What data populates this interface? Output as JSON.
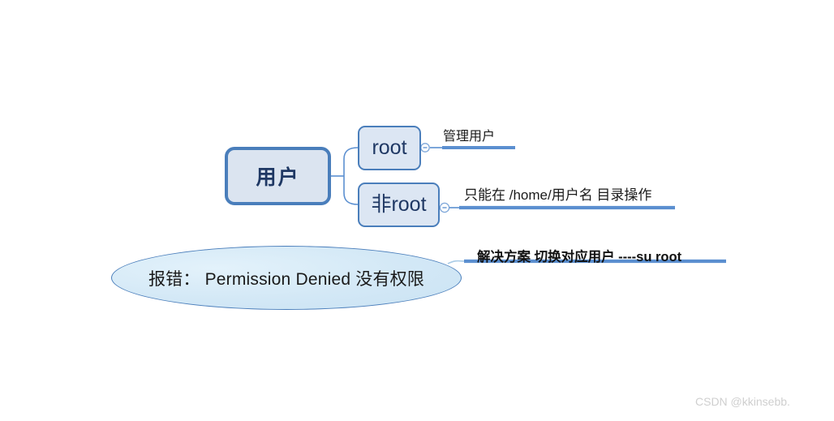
{
  "diagram": {
    "type": "mind-map",
    "title": "用户",
    "central_node": {
      "label": "用户",
      "fill": "#dbe4f0",
      "stroke": "#4a7ebb"
    },
    "children": [
      {
        "id": "root",
        "label": "root",
        "annotation": "管理用户",
        "fill": "#dce6f3",
        "stroke": "#4a7ebb"
      },
      {
        "id": "nonroot",
        "label": "非root",
        "annotation": "只能在 /home/用户名  目录操作",
        "fill": "#dce6f3",
        "stroke": "#4a7ebb"
      }
    ],
    "error_node": {
      "label": "报错：  Permission Denied 没有权限",
      "annotation": "解决方案    切换对应用户 ----su root",
      "fill": "#d3e8f6",
      "stroke": "#4a7ebb"
    },
    "connector_color": "#5b8fd0"
  },
  "watermark": {
    "text": "CSDN @kkinsebb."
  }
}
